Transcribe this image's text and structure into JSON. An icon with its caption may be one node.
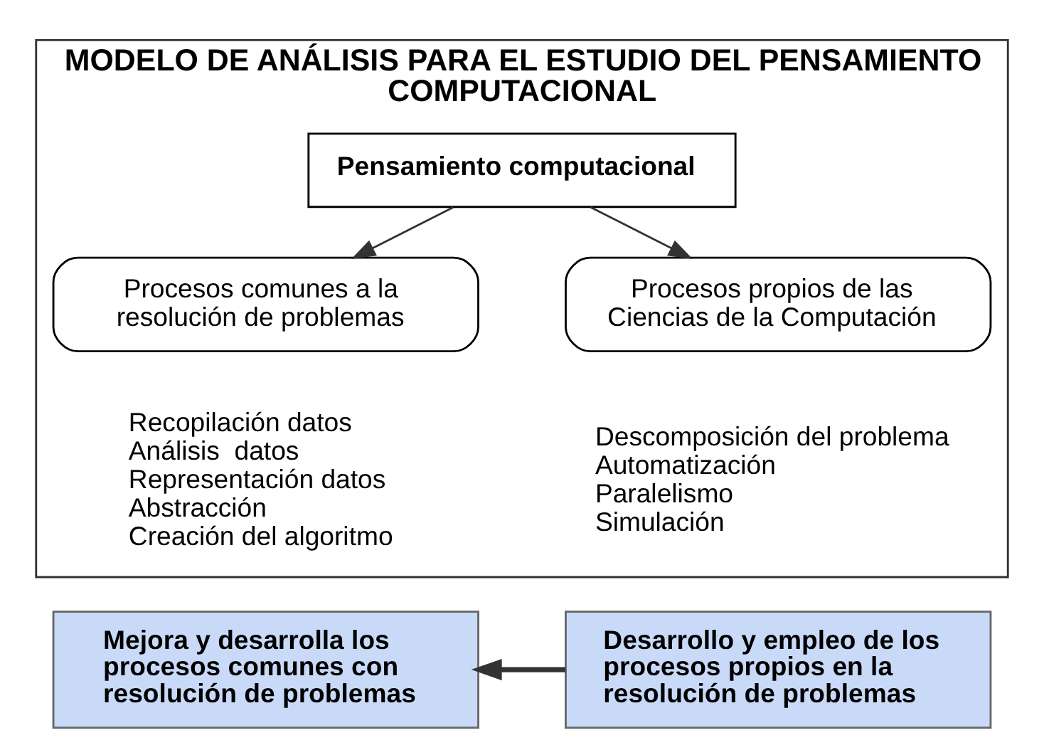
{
  "diagram": {
    "nodes": [
      {
        "text": [
          "MODELO DE ANÁLISIS PARA EL ESTUDIO DEL PENSAMIENTO COMPUTACIONAL"
        ]
      },
      {
        "text": [
          "Pensamiento computacional"
        ],
        "in": 0
      },
      {
        "text": [
          "Procesos comunes a la resolución de problemas"
        ],
        "in": 0
      },
      {
        "text": [
          "Procesos propios de las Ciencias de la Computación"
        ],
        "in": 0
      },
      {
        "text": [
          "Mejora y desarrolla los procesos comunes con resolución de problemas"
        ]
      },
      {
        "text": [
          "Desarrollo y empleo de los procesos propios en la resolución de problemas"
        ]
      }
    ],
    "edges": [
      {
        "from": 1,
        "to": 2,
        "arrow": "to"
      },
      {
        "from": 1,
        "to": 3,
        "arrow": "to"
      },
      {
        "from": 5,
        "to": 4,
        "arrow": "to",
        "style": "thick"
      }
    ],
    "labels": [
      "Recopilación datos",
      "Análisis  datos",
      "Representación datos",
      "Abstracción",
      "Creación del algoritmo",
      "Descomposición del problema",
      "Automatización",
      "Paralelismo",
      "Simulación"
    ]
  }
}
